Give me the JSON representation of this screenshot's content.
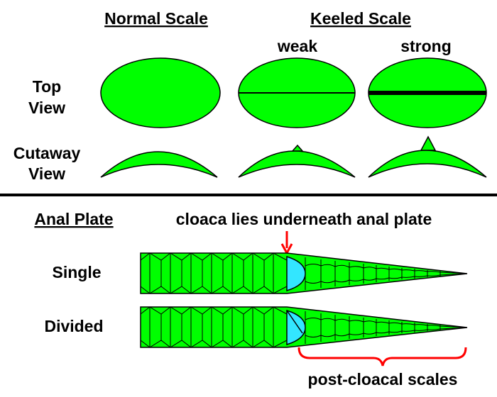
{
  "headers": {
    "normal": "Normal Scale",
    "keeled": "Keeled Scale",
    "anal_plate": "Anal Plate"
  },
  "keel_types": {
    "weak": "weak",
    "strong": "strong"
  },
  "row_labels": {
    "top": [
      "Top",
      "View"
    ],
    "cutaway": [
      "Cutaway",
      "View"
    ],
    "single": "Single",
    "divided": "Divided"
  },
  "annotations": {
    "cloaca": "cloaca lies underneath anal plate",
    "post_cloacal": "post-cloacal scales"
  },
  "colors": {
    "scale_fill": "#00ff00",
    "plate_fill": "#33e6ff",
    "outline": "#000000",
    "callout": "#ff0000"
  }
}
